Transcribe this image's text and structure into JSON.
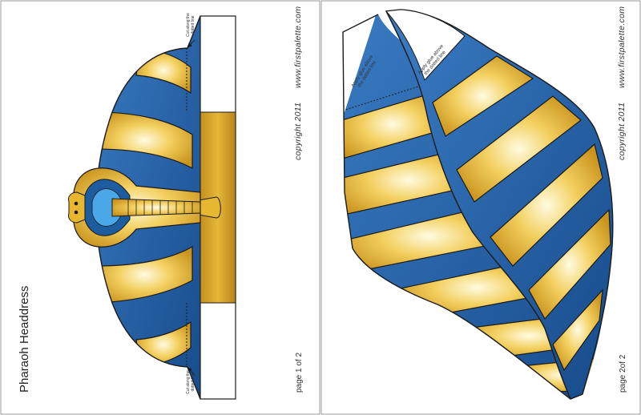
{
  "page1": {
    "title": "Pharaoh Headdress",
    "copyright": "copyright 2011",
    "website": "www.firstpalette.com",
    "page_label": "page 1 of 2",
    "cut_top": "Cut along the dotted line",
    "cut_bottom": "Cut along the dotted line"
  },
  "page2": {
    "copyright": "copyright 2011",
    "website": "www.firstpalette.com",
    "page_label": "page 2of 2",
    "glue_left": "Apply glue above the dotted line",
    "glue_right": "Apply glue above the dotted line"
  },
  "colors": {
    "blue": "#1e5ca0",
    "gold": "#e8b731",
    "band": "#c99a2a",
    "outline": "#1a1a1a",
    "border": "#999999"
  },
  "icons": [
    "cobra-icon",
    "arrow-icon"
  ]
}
